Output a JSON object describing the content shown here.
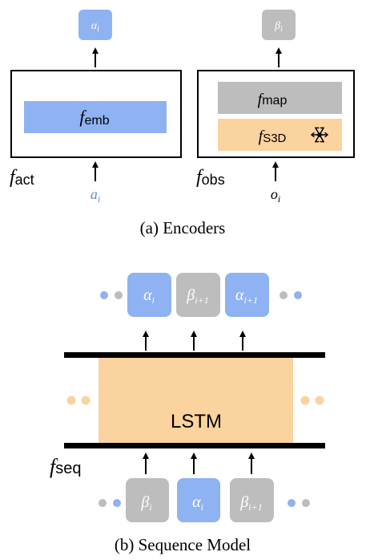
{
  "colors": {
    "blue": "#8fb2f2",
    "blue_text": "#5a8de6",
    "gray": "#bdbdbd",
    "orange": "#fbd39e",
    "black": "#000000"
  },
  "encoders": {
    "caption": "(a) Encoders",
    "action_encoder": {
      "output_token": {
        "base": "α",
        "sub": "i"
      },
      "inner_block": {
        "base": "f",
        "sub": "emb"
      },
      "outer_label": {
        "base": "f",
        "sub": "act"
      },
      "input": {
        "base": "a",
        "sub": "i"
      }
    },
    "observation_encoder": {
      "output_token": {
        "base": "β",
        "sub": "i"
      },
      "map_block": {
        "base": "f",
        "sub": "map"
      },
      "s3d_block": {
        "base": "f",
        "sub": "S3D"
      },
      "frozen_icon": "snowflake-icon",
      "outer_label": {
        "base": "f",
        "sub": "obs"
      },
      "input": {
        "base": "o",
        "sub": "i"
      }
    }
  },
  "sequence_model": {
    "caption": "(b) Sequence Model",
    "core_label": "LSTM",
    "model_label": {
      "base": "f",
      "sub": "seq"
    },
    "outputs": [
      {
        "base": "α",
        "sub": "i",
        "color": "blue"
      },
      {
        "base": "β",
        "sub": "i+1",
        "color": "gray"
      },
      {
        "base": "α",
        "sub": "i+1",
        "color": "blue"
      }
    ],
    "inputs": [
      {
        "base": "β",
        "sub": "i",
        "color": "gray"
      },
      {
        "base": "α",
        "sub": "i",
        "color": "blue"
      },
      {
        "base": "β",
        "sub": "i+1",
        "color": "gray"
      }
    ]
  }
}
